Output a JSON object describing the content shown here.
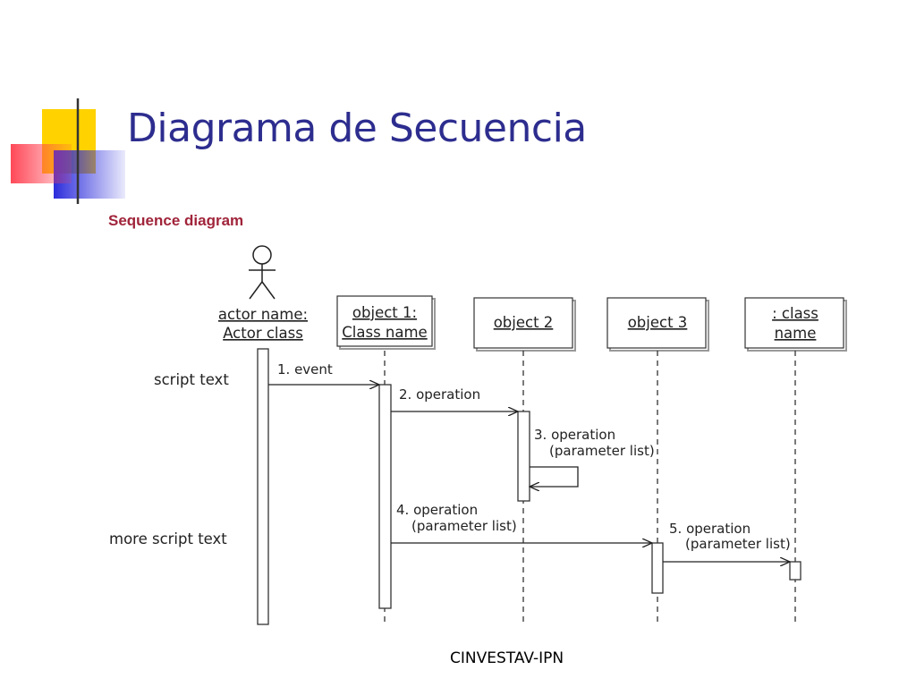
{
  "slide": {
    "title": "Diagrama de Secuencia",
    "footer": "CINVESTAV-IPN"
  },
  "diagram": {
    "heading": "Sequence diagram",
    "actor": {
      "line1": "actor name:",
      "line2": "Actor class"
    },
    "objects": [
      {
        "line1": "object 1:",
        "line2": "Class name"
      },
      {
        "line1": "object 2",
        "line2": ""
      },
      {
        "line1": "object 3",
        "line2": ""
      },
      {
        "line1": ": class",
        "line2": "name"
      }
    ],
    "script_texts": [
      "script text",
      "more script text"
    ],
    "messages": [
      {
        "line1": "1. event",
        "line2": ""
      },
      {
        "line1": "2. operation",
        "line2": ""
      },
      {
        "line1": "3. operation",
        "line2": "(parameter list)"
      },
      {
        "line1": "4. operation",
        "line2": "(parameter list)"
      },
      {
        "line1": "5. operation",
        "line2": "(parameter list)"
      }
    ]
  },
  "colors": {
    "title": "#2d2d8f",
    "heading": "#a0243a",
    "decor_yellow": "#ffd200",
    "decor_blue": "#2c2cdc",
    "decor_red": "#ff3f4f"
  }
}
